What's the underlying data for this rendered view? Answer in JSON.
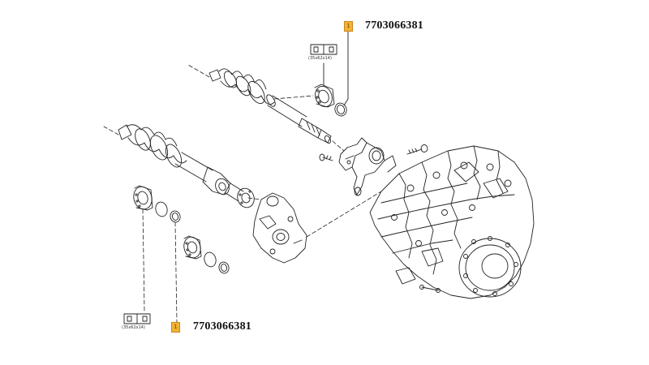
{
  "callouts": [
    {
      "badge": "1",
      "part_number": "7703066381",
      "dimension": "(35x62x14)"
    },
    {
      "badge": "1",
      "part_number": "7703066381",
      "dimension": "(35x62x14)"
    }
  ],
  "colors": {
    "line": "#222222",
    "badge_fill": "#f2b233",
    "background": "#ffffff"
  }
}
